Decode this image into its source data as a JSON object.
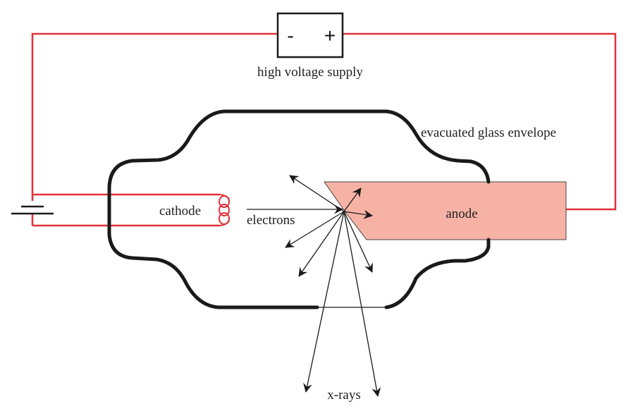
{
  "supply": {
    "minus": "-",
    "plus": "+",
    "label": "high voltage supply"
  },
  "labels": {
    "envelope": "evacuated glass envelope",
    "cathode": "cathode",
    "electrons": "electrons",
    "anode": "anode",
    "xrays": "x-rays"
  },
  "colors": {
    "wire": "#e0303a",
    "anode_fill": "#f7b2a6",
    "glass": "#1a1a1a",
    "arrow": "#1a1a1a"
  }
}
